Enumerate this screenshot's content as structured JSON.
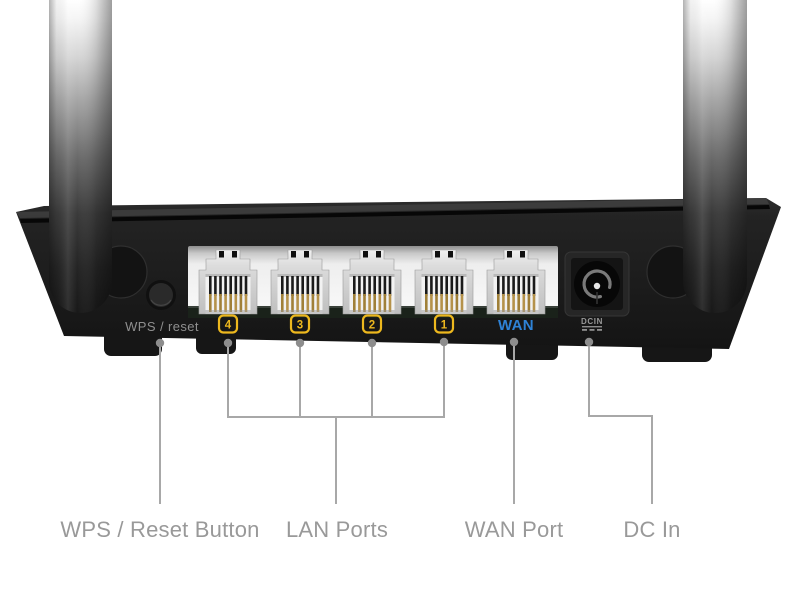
{
  "device": {
    "wps_button_label": "WPS / reset",
    "lan_ports": [
      {
        "number": "4"
      },
      {
        "number": "3"
      },
      {
        "number": "2"
      },
      {
        "number": "1"
      }
    ],
    "wan_label": "WAN",
    "dc_label": "DCIN"
  },
  "callouts": {
    "wps": {
      "label": "WPS / Reset Button"
    },
    "lan": {
      "label": "LAN Ports"
    },
    "wan": {
      "label": "WAN Port"
    },
    "dc": {
      "label": "DC In"
    }
  },
  "colors": {
    "lan_badge_yellow": "#edb81e",
    "wan_blue": "#2e82d6",
    "panel_text_gray": "#8f8f8f",
    "callout_line_gray": "#a8a8a8",
    "callout_label_gray": "#999999"
  }
}
